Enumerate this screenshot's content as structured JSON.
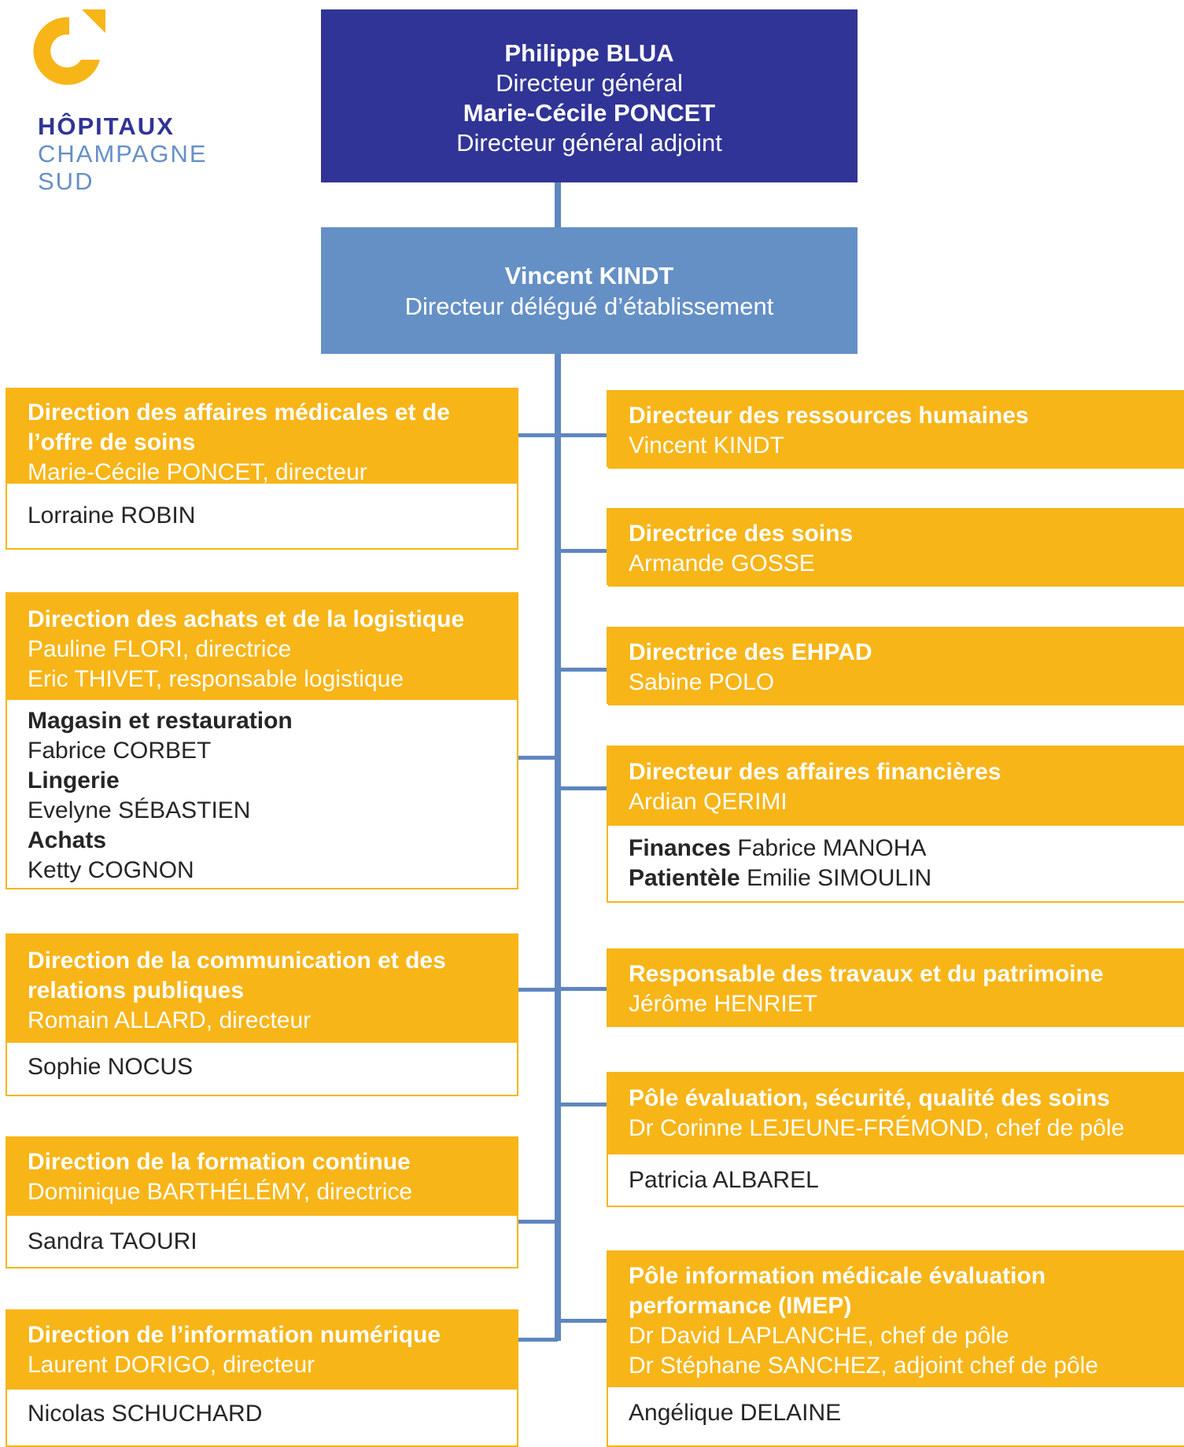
{
  "logo": {
    "line1": "HÔPITAUX",
    "line2": "CHAMPAGNE",
    "line3": "SUD",
    "colors": {
      "orange": "#f8b518",
      "navy": "#303496",
      "blue": "#6590c6"
    }
  },
  "top": {
    "name1": "Philippe BLUA",
    "role1": "Directeur général",
    "name2": "Marie-Cécile PONCET",
    "role2": "Directeur général adjoint"
  },
  "mid": {
    "name": "Vincent KINDT",
    "role": "Directeur délégué d’établissement"
  },
  "left": {
    "affaires_medicales": {
      "title": "Direction des affaires médicales et de l’offre de soins",
      "sub": [
        "Marie-Cécile PONCET, directeur"
      ],
      "body": [
        "Lorraine ROBIN"
      ]
    },
    "achats": {
      "title": "Direction des achats et de la logistique",
      "sub": [
        "Pauline FLORI, directrice",
        "Eric THIVET, responsable logistique"
      ],
      "body": [
        {
          "bold": "Magasin et restauration",
          "text": ""
        },
        {
          "bold": "",
          "text": "Fabrice CORBET"
        },
        {
          "bold": "Lingerie",
          "text": ""
        },
        {
          "bold": "",
          "text": "Evelyne SÉBASTIEN"
        },
        {
          "bold": "Achats",
          "text": ""
        },
        {
          "bold": "",
          "text": "Ketty COGNON"
        }
      ]
    },
    "communication": {
      "title": "Direction de la communication et des relations publiques",
      "sub": [
        "Romain ALLARD, directeur"
      ],
      "body": [
        "Sophie NOCUS"
      ]
    },
    "formation": {
      "title": "Direction de la formation continue",
      "sub": [
        "Dominique BARTHÉLÉMY, directrice"
      ],
      "body": [
        "Sandra TAOURI"
      ]
    },
    "numerique": {
      "title": "Direction de l’information numérique",
      "sub": [
        "Laurent DORIGO, directeur"
      ],
      "body": [
        "Nicolas SCHUCHARD"
      ]
    }
  },
  "right": {
    "rh": {
      "title": "Directeur des ressources humaines",
      "sub": [
        "Vincent KINDT"
      ]
    },
    "soins": {
      "title": "Directrice des soins",
      "sub": [
        "Armande GOSSE"
      ]
    },
    "ehpad": {
      "title": "Directrice des EHPAD",
      "sub": [
        "Sabine POLO"
      ]
    },
    "finances": {
      "title": "Directeur des affaires financières",
      "sub": [
        "Ardian QERIMI"
      ],
      "body": [
        {
          "bold": "Finances",
          "text": " Fabrice MANOHA"
        },
        {
          "bold": "Patientèle",
          "text": " Emilie SIMOULIN"
        }
      ]
    },
    "travaux": {
      "title": "Responsable des travaux et du patrimoine",
      "sub": [
        "Jérôme HENRIET"
      ]
    },
    "evaluation": {
      "title": "Pôle évaluation, sécurité, qualité des soins",
      "sub": [
        "Dr Corinne LEJEUNE-FRÉMOND, chef de pôle"
      ],
      "body": [
        "Patricia ALBAREL"
      ]
    },
    "imep": {
      "title": "Pôle information médicale évaluation performance (IMEP)",
      "sub": [
        "Dr David LAPLANCHE, chef de pôle",
        "Dr Stéphane SANCHEZ, adjoint chef de pôle"
      ],
      "body": [
        "Angélique DELAINE"
      ]
    }
  }
}
